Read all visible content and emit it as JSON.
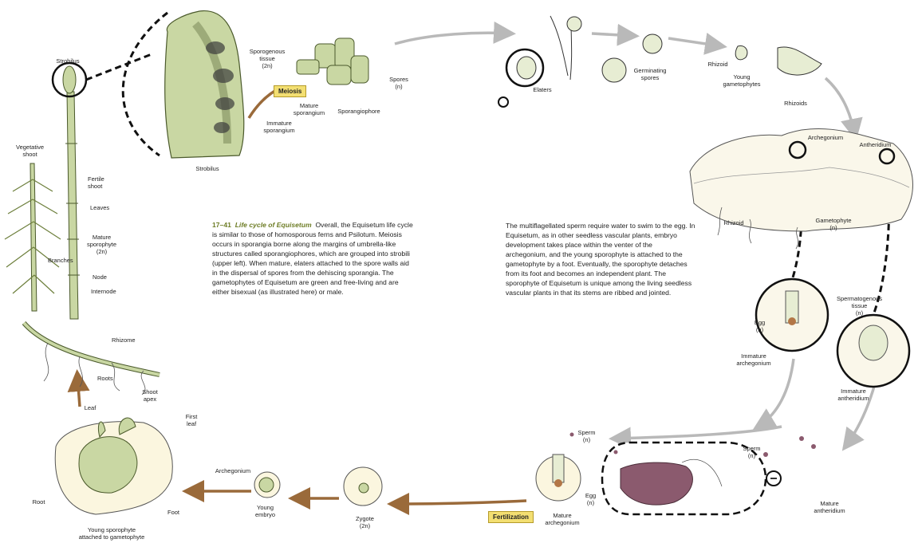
{
  "badges": {
    "meiosis": "Meiosis",
    "fertilization": "Fertilization"
  },
  "labels": {
    "strobilus_top": "Strobilus",
    "sporogenous_tissue": "Sporogenous\ntissue\n(2n)",
    "mature_sporangium": "Mature\nsporangium",
    "sporangiophore": "Sporangiophore",
    "immature_sporangium": "Immature\nsporangium",
    "strobilus_bottom": "Strobilus",
    "spores": "Spores\n(n)",
    "elaters": "Elaters",
    "germinating_spores": "Germinating\nspores",
    "rhizoid_top": "Rhizoid",
    "young_gametophytes": "Young\ngametophytes",
    "rhizoids": "Rhizoids",
    "archegonium_top": "Archegonium",
    "antheridium": "Antheridium",
    "rhizoid_mid": "Rhizoid",
    "gametophyte": "Gametophyte\n(n)",
    "vegetative_shoot": "Vegetative\nshoot",
    "fertile_shoot": "Fertile\nshoot",
    "leaves": "Leaves",
    "mature_sporophyte": "Mature\nsporophyte\n(2n)",
    "branches": "Branches",
    "node": "Node",
    "internode": "Internode",
    "rhizome": "Rhizome",
    "roots": "Roots",
    "egg_mid": "Egg\n(n)",
    "immature_archegonium": "Immature\narchegonium",
    "spermatogenous_tissue": "Spermatogenous\ntissue\n(n)",
    "immature_antheridium": "Immature\nantheridium",
    "sperm_right": "Sperm\n(n)",
    "mature_antheridium": "Mature\nantheridium",
    "sperm_left": "Sperm\n(n)",
    "egg_bottom": "Egg\n(n)",
    "mature_archegonium": "Mature\narchegonium",
    "zygote": "Zygote\n(2n)",
    "archegonium_bottom": "Archegonium",
    "young_embryo": "Young\nembryo",
    "leaf": "Leaf",
    "shoot_apex": "Shoot\napex",
    "first_leaf": "First\nleaf",
    "root": "Root",
    "foot": "Foot",
    "young_sporophyte": "Young sporophyte\nattached to gametophyte"
  },
  "caption_left": {
    "number": "17–41",
    "title_prefix": "Life cycle of ",
    "title_genus": "Equisetum",
    "body": "Overall, the Equisetum life cycle is similar to those of homosporous ferns and Psilotum. Meiosis occurs in sporangia borne along the margins of umbrella-like structures called sporangiophores, which are grouped into strobili (upper left). When mature, elaters attached to the spore walls aid in the dispersal of spores from the dehiscing sporangia. The gametophytes of Equisetum are green and free-living and are either bisexual (as illustrated here) or male."
  },
  "caption_right": {
    "body": "The multiflagellated sperm require water to swim to the egg. In Equisetum, as in other seedless vascular plants, embryo development takes place within the venter of the archegonium, and the young sporophyte is attached to the gametophyte by a foot. Eventually, the sporophyte detaches from its foot and becomes an independent plant. The sporophyte of Equisetum is unique among the living seedless vascular plants in that its stems are ribbed and jointed."
  },
  "colors": {
    "plant_green": "#c9d7a3",
    "plant_outline": "#4b5a2c",
    "arrow_grey": "#b9b9b9",
    "arrow_brown": "#9a6a3a",
    "badge_fill": "#f3df72",
    "sperm_purple": "#8b5a6e"
  }
}
